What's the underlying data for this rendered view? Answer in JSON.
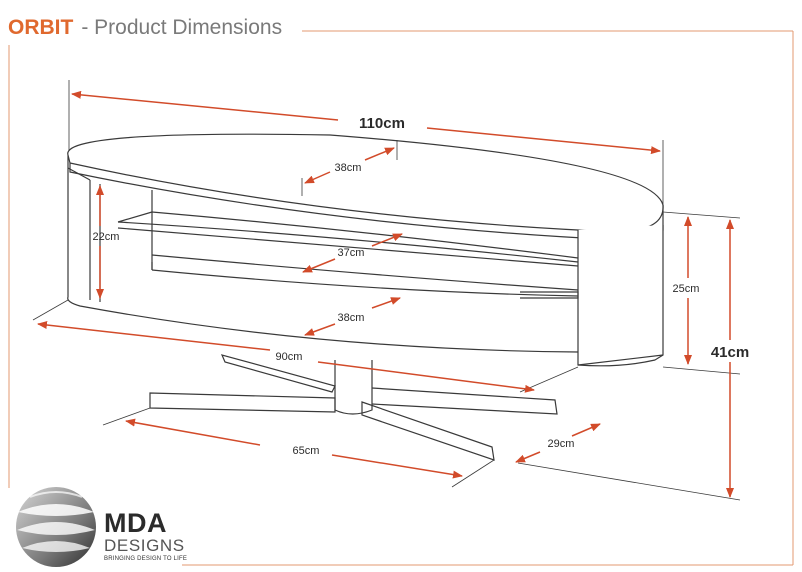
{
  "header": {
    "brand": "ORBIT",
    "subtitle": "- Product Dimensions"
  },
  "dimensions": {
    "width": "110cm",
    "top_depth": "38cm",
    "inner_height": "22cm",
    "shelf_depth": "37cm",
    "bottom_depth": "38cm",
    "cabinet_height": "25cm",
    "total_height": "41cm",
    "base_length": "90cm",
    "base_width": "65cm",
    "base_depth": "29cm"
  },
  "logo": {
    "name": "MDA",
    "designs": "DESIGNS",
    "tagline": "BRINGING DESIGN TO LIFE"
  },
  "colors": {
    "accent": "#e0692e",
    "arrow": "#d24b2a",
    "line": "#3a3a3a",
    "frame": "#e39a72"
  }
}
